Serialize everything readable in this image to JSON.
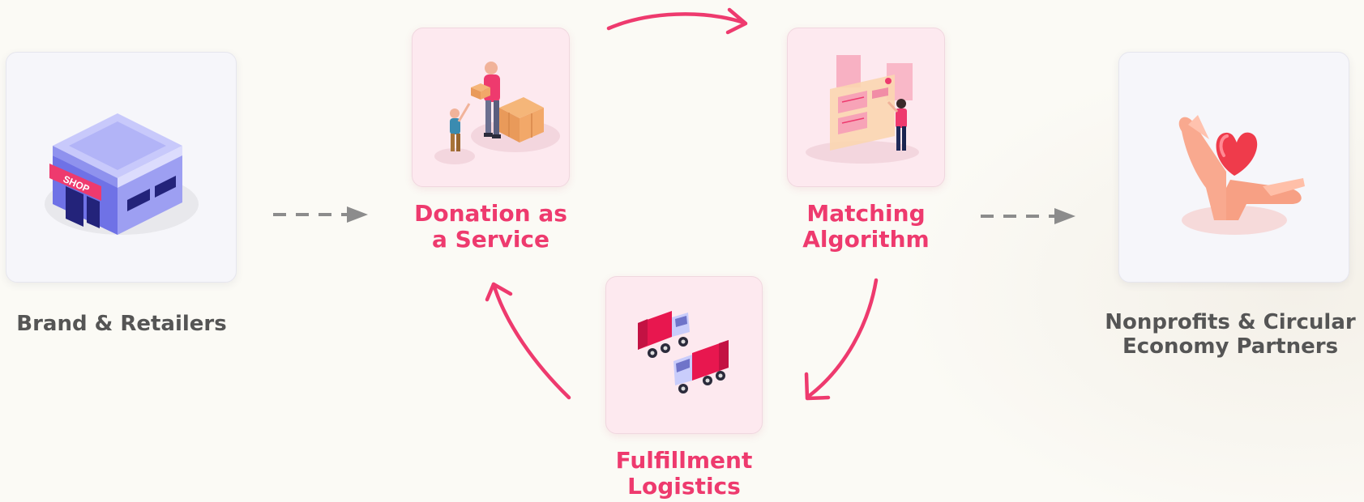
{
  "nodes": {
    "brands": {
      "label": "Brand & Retailers",
      "icon": "shop-icon",
      "sign": "SHOP"
    },
    "donation": {
      "label": "Donation as\na Service",
      "icon": "box-handover-icon"
    },
    "matching": {
      "label": "Matching\nAlgorithm",
      "icon": "dashboard-panels-icon"
    },
    "fulfillment": {
      "label": "Fulfillment\nLogistics",
      "icon": "delivery-trucks-icon"
    },
    "nonprofits": {
      "label": "Nonprofits & Circular\nEconomy Partners",
      "icon": "hands-heart-icon"
    }
  },
  "colors": {
    "accent": "#ee3a6e",
    "muted_text": "#555555",
    "dashed_arrow": "#8c8c8c",
    "side_card": "#f6f6fa",
    "center_card": "#fde9ef",
    "background": "#fbfaf5"
  }
}
